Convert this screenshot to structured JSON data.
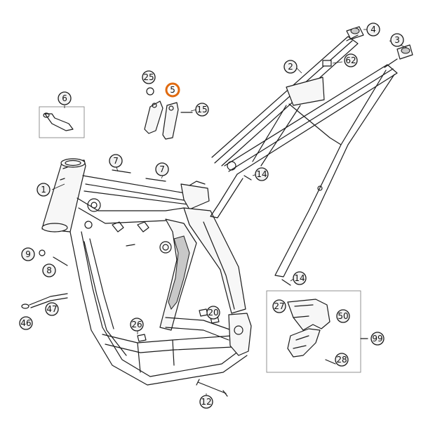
{
  "highlight_color": "#e06a10",
  "callouts": [
    {
      "id": "c1",
      "label": "1"
    },
    {
      "id": "c2",
      "label": "2"
    },
    {
      "id": "c3",
      "label": "3"
    },
    {
      "id": "c4",
      "label": "4"
    },
    {
      "id": "c5",
      "label": "5",
      "highlighted": true
    },
    {
      "id": "c6",
      "label": "6"
    },
    {
      "id": "c7a",
      "label": "7"
    },
    {
      "id": "c7b",
      "label": "7"
    },
    {
      "id": "c8",
      "label": "8"
    },
    {
      "id": "c9",
      "label": "9"
    },
    {
      "id": "c12",
      "label": "12"
    },
    {
      "id": "c14a",
      "label": "14"
    },
    {
      "id": "c14b",
      "label": "14"
    },
    {
      "id": "c15",
      "label": "15"
    },
    {
      "id": "c20",
      "label": "20"
    },
    {
      "id": "c25",
      "label": "25"
    },
    {
      "id": "c26",
      "label": "26"
    },
    {
      "id": "c27",
      "label": "27"
    },
    {
      "id": "c28",
      "label": "28"
    },
    {
      "id": "c46",
      "label": "46"
    },
    {
      "id": "c47",
      "label": "47"
    },
    {
      "id": "c50",
      "label": "50"
    },
    {
      "id": "c62",
      "label": "62"
    },
    {
      "id": "c99",
      "label": "99"
    }
  ]
}
